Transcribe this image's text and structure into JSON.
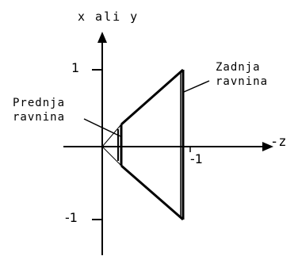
{
  "labels": {
    "y_axis": "x ali y",
    "z_axis": "-z",
    "back_plane": [
      "Zadnja",
      "ravnina"
    ],
    "front_plane": [
      "Prednja",
      "ravnina"
    ]
  },
  "ticks": {
    "y_positive": "1",
    "y_negative": "-1",
    "z_negative": "-1"
  },
  "colors": {
    "ink": "#000000",
    "background": "#ffffff"
  }
}
